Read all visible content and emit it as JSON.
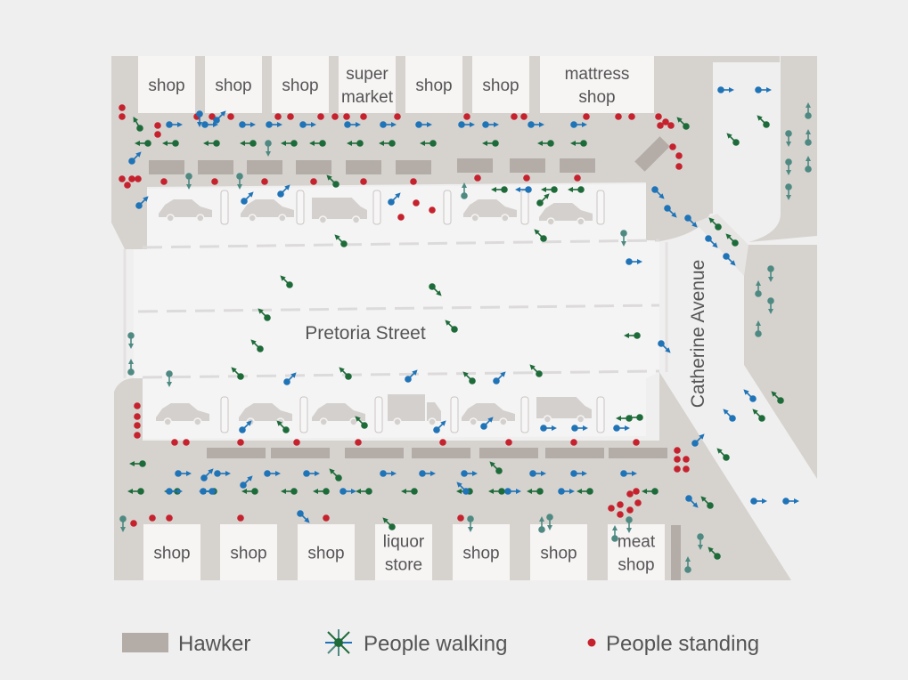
{
  "colors": {
    "background": "#f0efef",
    "sidewalk": "#d6d3cf",
    "road": "#f5f4f4",
    "shop": "#f7f4f4",
    "hawker": "#b3aca7",
    "car": "#d4d0cd",
    "walking_blue": "#1f73b7",
    "walking_green": "#1e6b3a",
    "walking_teal": "#4e8a82",
    "standing_red": "#c5222e",
    "label": "#555555"
  },
  "top_shops": [
    {
      "lines": [
        "shop"
      ]
    },
    {
      "lines": [
        "shop"
      ]
    },
    {
      "lines": [
        "shop"
      ]
    },
    {
      "lines": [
        "super",
        "market"
      ]
    },
    {
      "lines": [
        "shop"
      ]
    },
    {
      "lines": [
        "shop"
      ]
    },
    {
      "lines": [
        "mattress",
        "shop"
      ]
    }
  ],
  "bottom_shops": [
    {
      "lines": [
        "shop"
      ]
    },
    {
      "lines": [
        "shop"
      ]
    },
    {
      "lines": [
        "shop"
      ]
    },
    {
      "lines": [
        "liquor",
        "store"
      ]
    },
    {
      "lines": [
        "shop"
      ]
    },
    {
      "lines": [
        "shop"
      ]
    },
    {
      "lines": [
        "meat",
        "shop"
      ]
    }
  ],
  "streets": {
    "main": "Pretoria Street",
    "cross": "Catherine Avenue"
  },
  "legend": {
    "hawker": "Hawker",
    "walking": "People walking",
    "standing": "People standing"
  },
  "icons": {
    "walking": "walking-person-icon",
    "standing": "standing-person-dot-icon",
    "hawker": "hawker-stall-icon",
    "car": "car-icon",
    "truck": "truck-icon"
  }
}
